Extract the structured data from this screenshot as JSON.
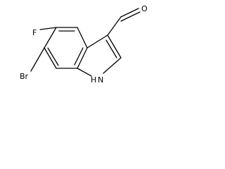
{
  "molecule": {
    "atoms": {
      "fluorine": "F",
      "bromine": "Br",
      "oxygen": "O",
      "nitrogen_h": "H",
      "nitrogen": "N"
    },
    "colors": {
      "bond": "#000000",
      "label": "#000000",
      "background": "#ffffff"
    }
  }
}
